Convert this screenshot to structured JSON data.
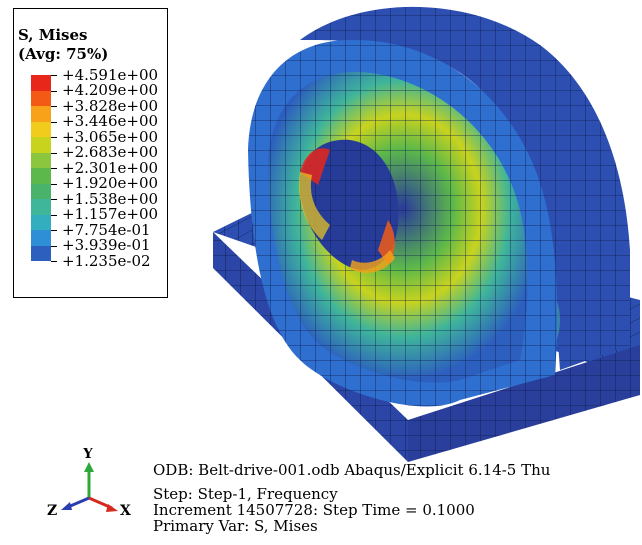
{
  "legend": {
    "title": "S, Mises",
    "subtitle": "(Avg: 75%)",
    "levels": [
      {
        "label": "+4.591e+00",
        "color": "#e8271b"
      },
      {
        "label": "+4.209e+00",
        "color": "#f25a16"
      },
      {
        "label": "+3.828e+00",
        "color": "#f7a219"
      },
      {
        "label": "+3.446e+00",
        "color": "#f2cc1c"
      },
      {
        "label": "+3.065e+00",
        "color": "#c8d31e"
      },
      {
        "label": "+2.683e+00",
        "color": "#8cc63f"
      },
      {
        "label": "+2.301e+00",
        "color": "#5cb84a"
      },
      {
        "label": "+1.920e+00",
        "color": "#49b36b"
      },
      {
        "label": "+1.538e+00",
        "color": "#3fb59a"
      },
      {
        "label": "+1.157e+00",
        "color": "#33aebe"
      },
      {
        "label": "+7.754e-01",
        "color": "#2f8fd6"
      },
      {
        "label": "+3.939e-01",
        "color": "#2d5fbf"
      },
      {
        "label": "+1.235e-02",
        "color": "#2a3a9c"
      }
    ]
  },
  "info": {
    "line1": "ODB: Belt-drive-001.odb    Abaqus/Explicit 6.14-5     Thu",
    "line2": "Step: Step-1, Frequency",
    "line3": "Increment  14507728: Step Time =    0.1000",
    "line4": "Primary Var: S, Mises"
  },
  "triad": {
    "x": "X",
    "y": "Y",
    "z": "Z"
  }
}
